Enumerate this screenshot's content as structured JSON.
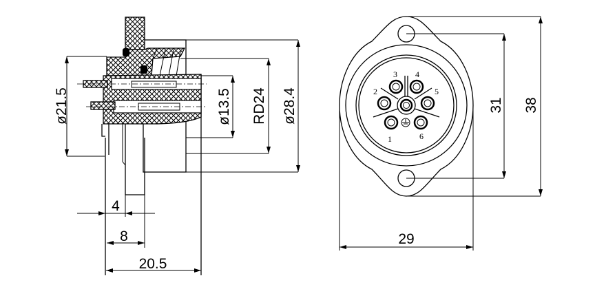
{
  "side_view": {
    "dimensions": {
      "d_21_5": "ø21.5",
      "d_13_5": "ø13.5",
      "rd24": "RD24",
      "d_28_4": "ø28.4",
      "w4": "4",
      "w8": "8",
      "w20_5": "20.5"
    }
  },
  "front_view": {
    "dimensions": {
      "h31": "31",
      "h38": "38",
      "w29": "29"
    },
    "pin_labels": [
      "1",
      "2",
      "3",
      "4",
      "5",
      "6"
    ]
  }
}
